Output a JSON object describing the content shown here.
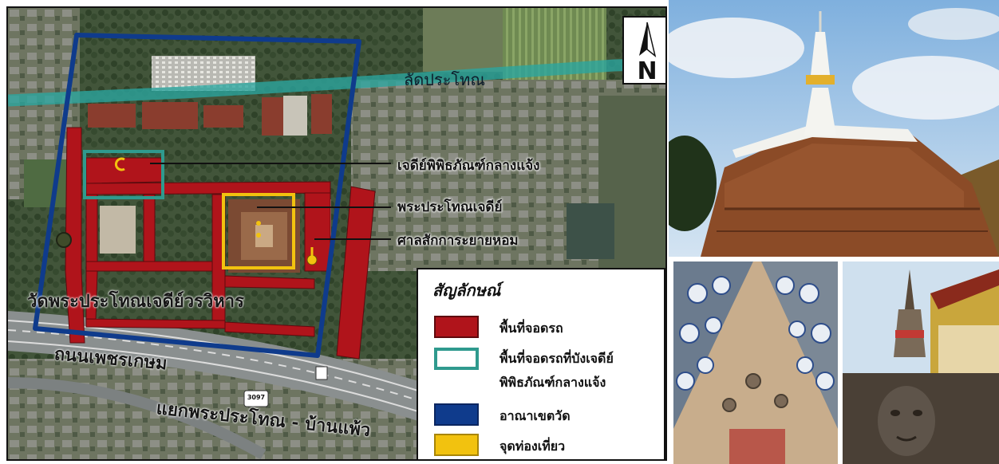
{
  "map": {
    "north_label": "N",
    "canal_label": "ลัดประโทณ",
    "callouts": {
      "chedi_pipitaphan": "เจดีย์พิพิธภัณฑ์กลางแจ้ง",
      "phra_prathon": "พระประโทณเจดีย์",
      "sala": "ศาลสักการะยายหอม"
    },
    "temple_name": "วัดพระประโทณเจดีย์วรวิหาร",
    "road_petchkasem": "ถนนเพชรเกษม",
    "intersection": "แยกพระประโทณ - บ้านแพ้ว",
    "route_shield": "3097"
  },
  "legend": {
    "title": "สัญลักษณ์",
    "items": [
      {
        "label": "พื้นที่จอดรถ",
        "fill": "#b0141b",
        "border": "#5e0a0e"
      },
      {
        "label": "พื้นที่จอดรถที่บังเจดีย์",
        "label2": "พิพิธภัณฑ์กลางแจ้ง",
        "fill": "none",
        "border": "#2f9a8e"
      },
      {
        "label": "อาณาเขตวัด",
        "fill": "#0f3b8c",
        "border": "#0a2660"
      },
      {
        "label": "จุดท่องเที่ยว",
        "fill": "#f2c20f",
        "border": "#a88507"
      }
    ]
  },
  "colors": {
    "boundary": "#0f3b8c",
    "parking": "#b0141b",
    "canal": "#2aa7a0",
    "attraction": "#f2c20f"
  },
  "photos": {
    "top": "phra-prathon-chedi-photo",
    "bottom_left": "chedi-ceramic-decoration-photo",
    "bottom_right": "stupa-and-stone-face-photo"
  }
}
